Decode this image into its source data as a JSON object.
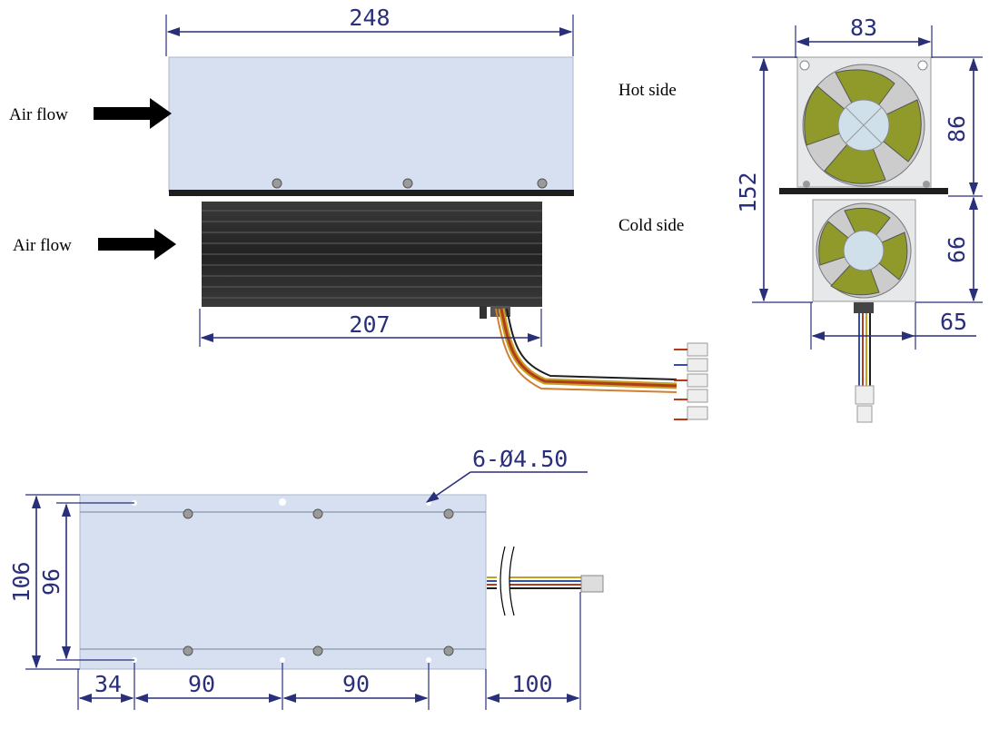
{
  "labels": {
    "air_flow_top": "Air flow",
    "air_flow_bottom": "Air flow",
    "hot_side": "Hot side",
    "cold_side": "Cold side"
  },
  "dimensions": {
    "overall_length": "248",
    "cold_sink_length": "207",
    "side_width_top": "83",
    "side_height_total": "152",
    "side_hot_height": "86",
    "side_cold_height": "66",
    "side_width_bottom": "65",
    "hole_callout": "6-Ø4.50",
    "base_outer_height": "106",
    "base_hole_pitch_height": "96",
    "base_offset": "34",
    "base_pitch_1": "90",
    "base_pitch_2": "90",
    "cable_length": "100"
  },
  "colors": {
    "plate": "#d6e0f0",
    "dimension": "#2a2f7a",
    "heatsink": "#2c2c2c",
    "fan_blade": "#8f9a2a"
  }
}
